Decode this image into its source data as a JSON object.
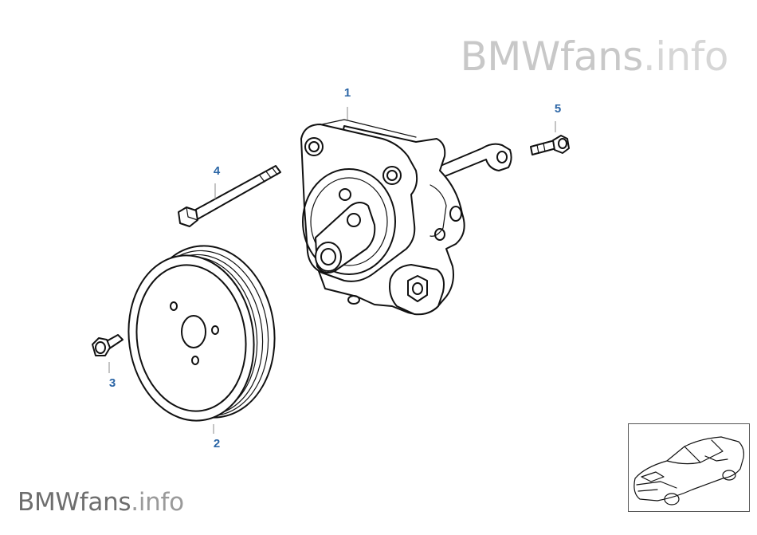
{
  "watermark_top": {
    "brand": "BMWfans",
    "suffix": ".info"
  },
  "watermark_bottom": {
    "brand": "BMWfans",
    "suffix": ".info"
  },
  "callouts": [
    {
      "label": "1",
      "part": "power-steering-pump"
    },
    {
      "label": "2",
      "part": "pulley"
    },
    {
      "label": "3",
      "part": "pulley-bolt"
    },
    {
      "label": "4",
      "part": "long-hex-bolt"
    },
    {
      "label": "5",
      "part": "bracket-bolt"
    }
  ],
  "colors": {
    "callout": "#2c66a6",
    "linework": "#111111",
    "watermark": "#c8c8c8"
  },
  "thumbnail": {
    "icon": "car-overview-icon"
  }
}
